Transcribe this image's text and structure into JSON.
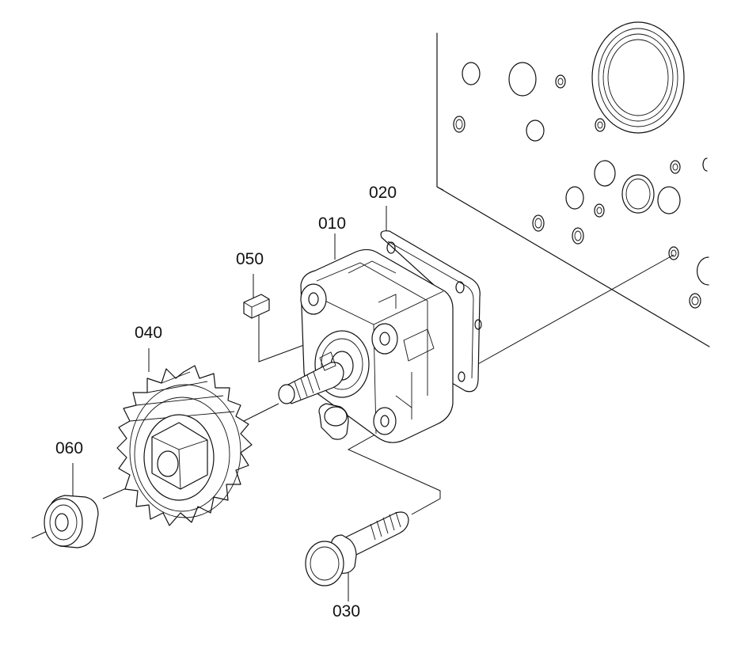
{
  "callouts": {
    "p010": "010",
    "p020": "020",
    "p030": "030",
    "p040": "040",
    "p050": "050",
    "p060": "060"
  }
}
